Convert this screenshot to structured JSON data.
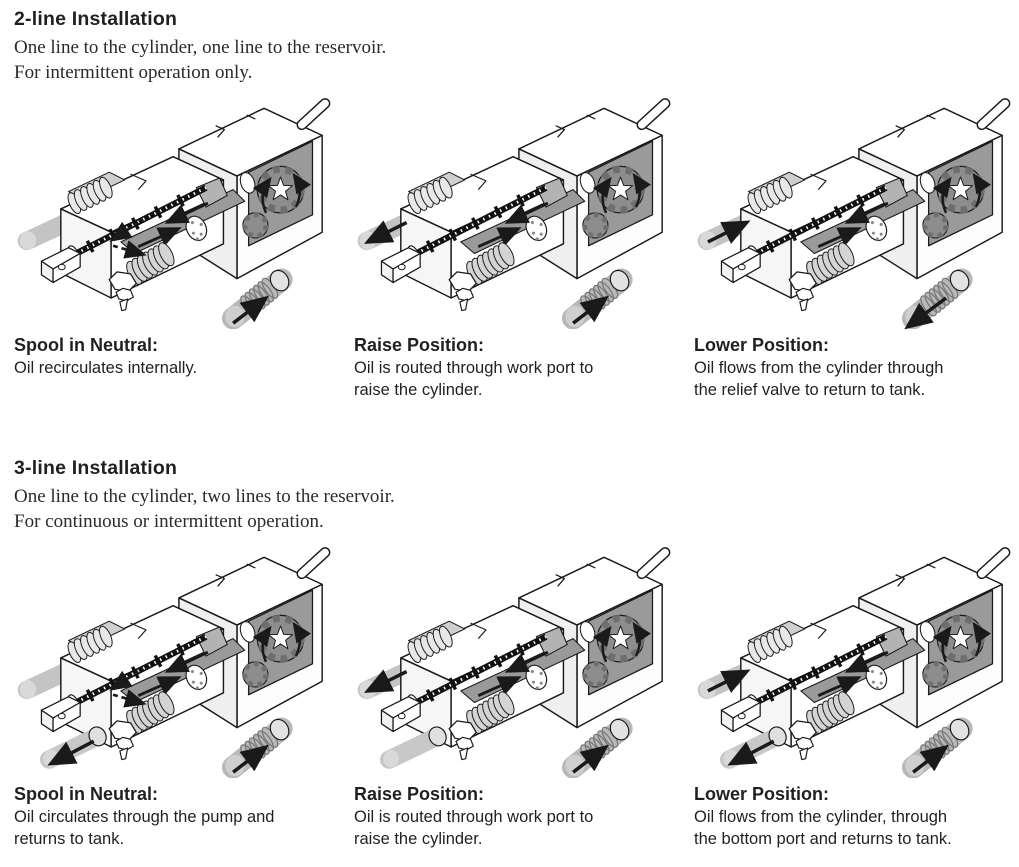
{
  "page": {
    "background": "#ffffff",
    "text_color": "#231f20",
    "line_art_color": "#1a1a1a",
    "tube_gray": "#c4c4c4",
    "passage_gray": "#9a9a9a"
  },
  "sections": [
    {
      "heading": "2-line Installation",
      "description_lines": [
        "One line to the cylinder, one line to the reservoir.",
        "For intermittent operation only."
      ],
      "figures": [
        {
          "variant": "spool-neutral",
          "caption_title": "Spool in Neutral:",
          "caption_lines": [
            "Oil recirculates internally.",
            ""
          ],
          "arrows": [
            "internal-dashed",
            "bottom-in"
          ],
          "tank_port": false
        },
        {
          "variant": "raise-position",
          "caption_title": "Raise Position:",
          "caption_lines": [
            "Oil is routed through work port to",
            "raise the cylinder."
          ],
          "arrows": [
            "left-out",
            "bottom-in"
          ],
          "tank_port": false
        },
        {
          "variant": "lower-position",
          "caption_title": "Lower Position:",
          "caption_lines": [
            "Oil flows from the cylinder through",
            "the relief valve to return to tank."
          ],
          "arrows": [
            "left-in",
            "bottom-out"
          ],
          "tank_port": false
        }
      ]
    },
    {
      "heading": "3-line Installation",
      "description_lines": [
        "One line to the cylinder, two lines to the reservoir.",
        "For continuous or intermittent operation."
      ],
      "figures": [
        {
          "variant": "spool-neutral",
          "caption_title": "Spool in Neutral:",
          "caption_lines": [
            "Oil circulates through the pump and",
            "returns to tank."
          ],
          "arrows": [
            "internal-dashed",
            "bottom-in",
            "tank-out"
          ],
          "tank_port": true
        },
        {
          "variant": "raise-position",
          "caption_title": "Raise Position:",
          "caption_lines": [
            "Oil is routed through work port to",
            "raise the cylinder."
          ],
          "arrows": [
            "left-out",
            "bottom-in"
          ],
          "tank_port": true
        },
        {
          "variant": "lower-position",
          "caption_title": "Lower Position:",
          "caption_lines": [
            "Oil flows from the cylinder, through",
            "the bottom port and returns to tank."
          ],
          "arrows": [
            "left-in",
            "tank-out",
            "bottom-in"
          ],
          "tank_port": true
        }
      ]
    }
  ]
}
